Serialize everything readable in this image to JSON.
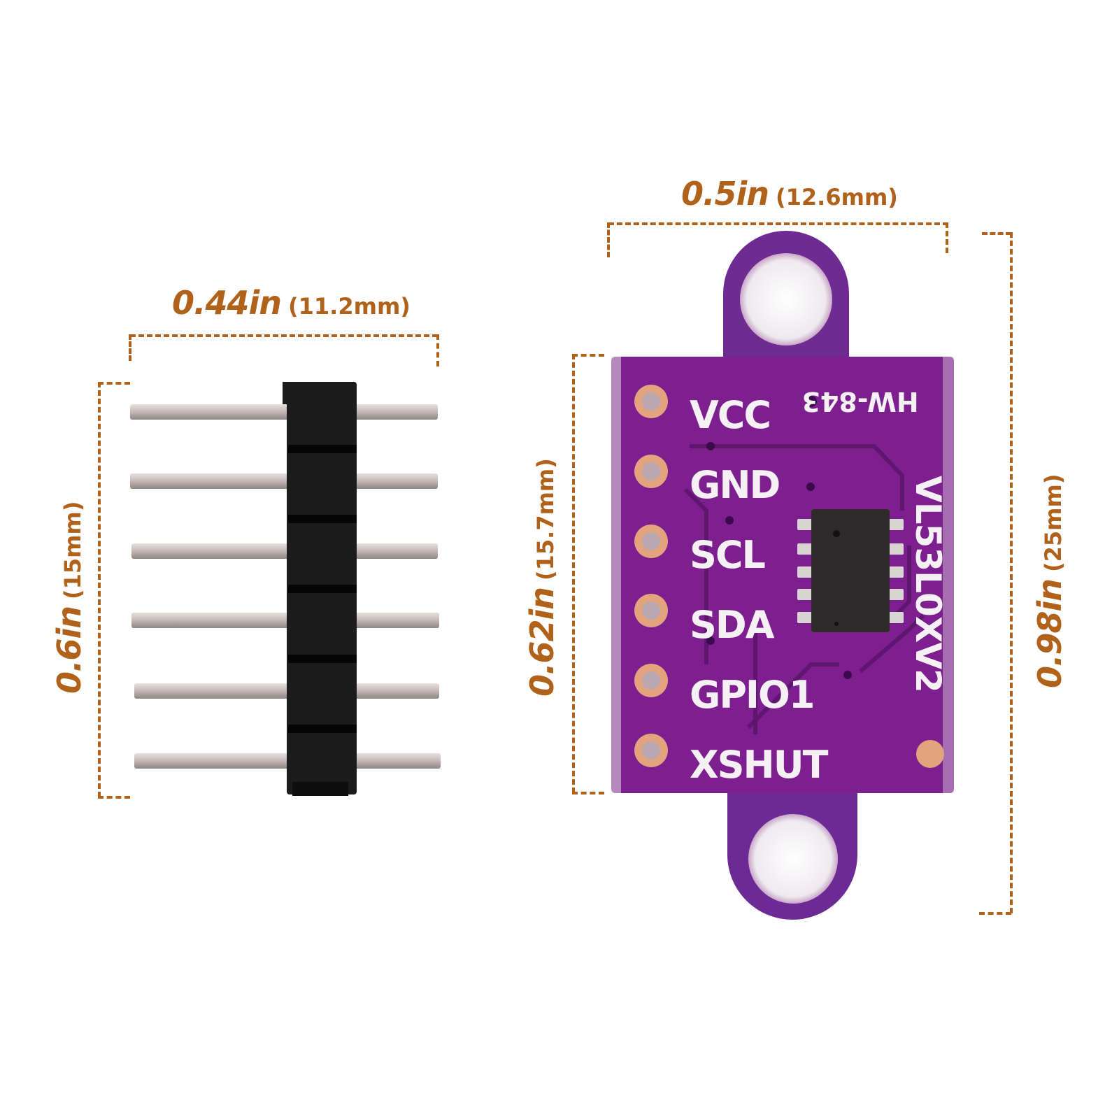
{
  "header_pins": {
    "width_label": "0.44in",
    "width_mm": "(11.2mm)",
    "height_label": "0.6in",
    "height_mm": "(15mm)",
    "pin_count": 6,
    "housing_color": "#1c1c1c",
    "pin_color": "#c9bfbd"
  },
  "module": {
    "model_text": "VL53L0XV2",
    "board_code": "HW-843",
    "pins": [
      "VCC",
      "GND",
      "SCL",
      "SDA",
      "GPIO1",
      "XSHUT"
    ],
    "width_label": "0.5in",
    "width_mm": "(12.6mm)",
    "pin_span_label": "0.62in",
    "pin_span_mm": "(15.7mm)",
    "height_label": "0.98in",
    "height_mm": "(25mm)",
    "pcb_color": "#7d1f8e",
    "pad_color": "#e3a37f",
    "silk_color": "#f4f0f4"
  },
  "accent_color": "#b0621a"
}
